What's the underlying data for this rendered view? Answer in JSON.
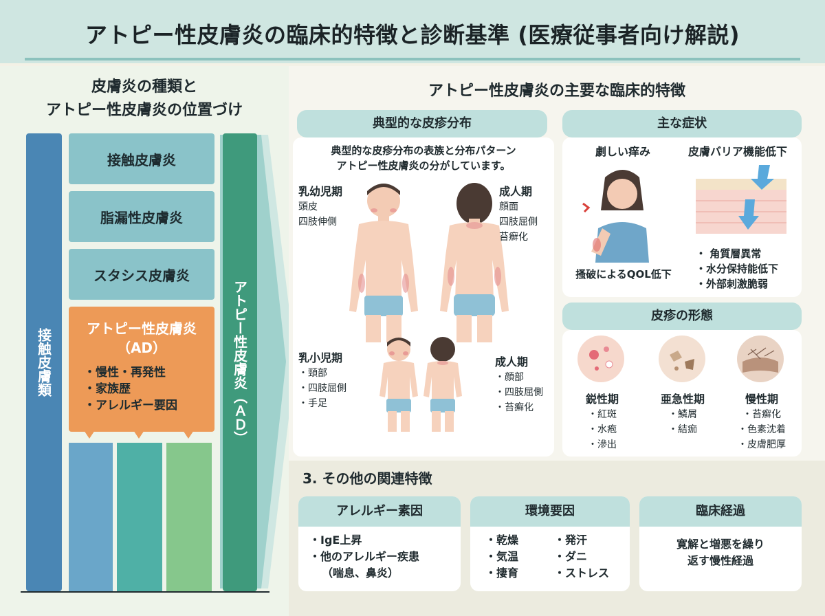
{
  "title": "アトピー性皮膚炎の臨床的特徴と診断基準 (医療従事者向け解説)",
  "left": {
    "heading_line1": "皮膚炎の種類と",
    "heading_line2": "アトピー性皮膚炎の位置づけ",
    "outer_bar_label": "接触皮膚類",
    "boxes": [
      "接触皮膚炎",
      "脂漏性皮膚炎",
      "スタシス皮膚炎"
    ],
    "ad_box": {
      "title": "アトピー性皮膚炎",
      "subtitle": "（AD）",
      "items": [
        "・慢性・再発性",
        "・家族歴",
        "・アレルギー要因"
      ]
    },
    "ad_bar_label": "アトピー性皮膚炎（ＡＤ）"
  },
  "right": {
    "heading": "アトピー性皮膚炎の主要な臨床的特徴",
    "distribution": {
      "pill": "典型的な皮疹分布",
      "desc_line1": "典型的な皮疹分布の表族と分布パターン",
      "desc_line2": "アトピー性皮膚炎の分がしています。",
      "stages": [
        {
          "name": "乳幼児期",
          "items": [
            "頭皮",
            "四肢伸側"
          ]
        },
        {
          "name": "成人期",
          "items": [
            "顔面",
            "四肢屈側",
            "苔癬化"
          ]
        },
        {
          "name": "乳小児期",
          "items": [
            "・頸部",
            "・四肢屈側",
            "・手足"
          ]
        },
        {
          "name": "成人期",
          "items": [
            "・顔部",
            "・四肢屈側",
            "・苔癬化"
          ]
        }
      ]
    },
    "symptoms": {
      "pill": "主な症状",
      "itch_label": "劇しい痒み",
      "barrier_label": "皮膚バリア機能低下",
      "qol_label": "搔破によるQOL低下",
      "barrier_items": [
        "・ 角質層異常",
        "・水分保持能低下",
        "・外部刺激脆弱"
      ]
    },
    "morphology": {
      "pill": "皮疹の形態",
      "phases": [
        {
          "name": "鋭性期",
          "items": [
            "・紅斑",
            "・水疱",
            "・滲出"
          ]
        },
        {
          "name": "亜急性期",
          "items": [
            "・鱗屑",
            "・結痂"
          ]
        },
        {
          "name": "慢性期",
          "items": [
            "・苔癬化",
            "・色素沈着",
            "・皮膚肥厚"
          ]
        }
      ]
    }
  },
  "bottom": {
    "heading": "3. その他の関連特徴",
    "cards": [
      {
        "title": "アレルギー素因",
        "items": [
          "・IgE上昇",
          "・他のアレルギー疾患",
          "（喘息、鼻炎）"
        ]
      },
      {
        "title": "環境要因",
        "col1": [
          "・乾燥",
          "・気温",
          "・捿育"
        ],
        "col2": [
          "・発汗",
          "・ダニ",
          "・ストレス"
        ]
      },
      {
        "title": "臨床経過",
        "text_line1": "寛解と増悪を繰り",
        "text_line2": "返す慢性経過"
      }
    ]
  },
  "colors": {
    "title_band": "#cfe6e1",
    "outer_bar": "#4a86b4",
    "ad_bar": "#3f9a7c",
    "ad_box": "#ed9a57",
    "pill": "#bfe0dd"
  }
}
